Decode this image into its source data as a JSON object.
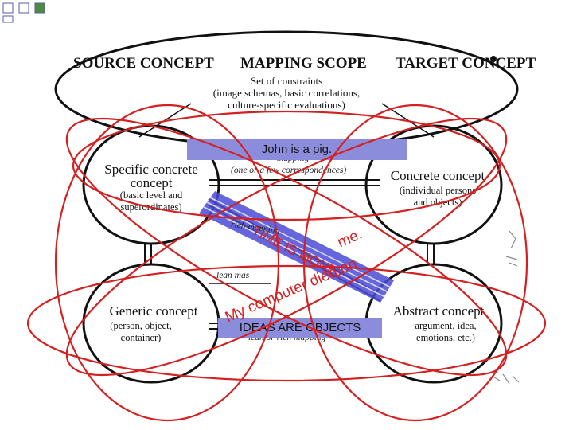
{
  "headers": {
    "source": "SOURCE CONCEPT",
    "mapping": "MAPPING SCOPE",
    "target": "TARGET CONCEPT"
  },
  "scope": {
    "line1": "Set of constraints",
    "line2": "(image schemas, basic correlations,",
    "line3": "culture-specific evaluations)"
  },
  "nodes": {
    "specific": {
      "title1": "Specific concrete",
      "title2": "concept",
      "sub1": "(basic level and",
      "sub2": "superordinates)"
    },
    "concrete": {
      "title": "Concrete concept",
      "sub1": "(individual persons",
      "sub2": "and objects)"
    },
    "generic": {
      "title": "Generic concept",
      "sub1": "(person, object,",
      "sub2": "container)"
    },
    "abstract": {
      "title": "Abstract concept",
      "sub1": "argument, idea,",
      "sub2": "emotions, etc.)"
    }
  },
  "links": {
    "top_fragment": "mapping",
    "top_sub": "(one or a few correspondences)",
    "rich": "rich mapping",
    "lean_mas": "lean mas",
    "bottom": "lean or rich mapping"
  },
  "overlays": {
    "john": "John is a pig.",
    "ideas": "IDEAS ARE OBJECTS",
    "time": "TIME IS MONEY",
    "me": "me.",
    "computer": "My computer died on"
  },
  "colors": {
    "ellipse_red": "#d42020",
    "banner_blue": "#8c8cdc",
    "band_blue": "#4a4ad6",
    "square_outline": "#5a5aa8",
    "square_fill": "#4e8a3c"
  }
}
